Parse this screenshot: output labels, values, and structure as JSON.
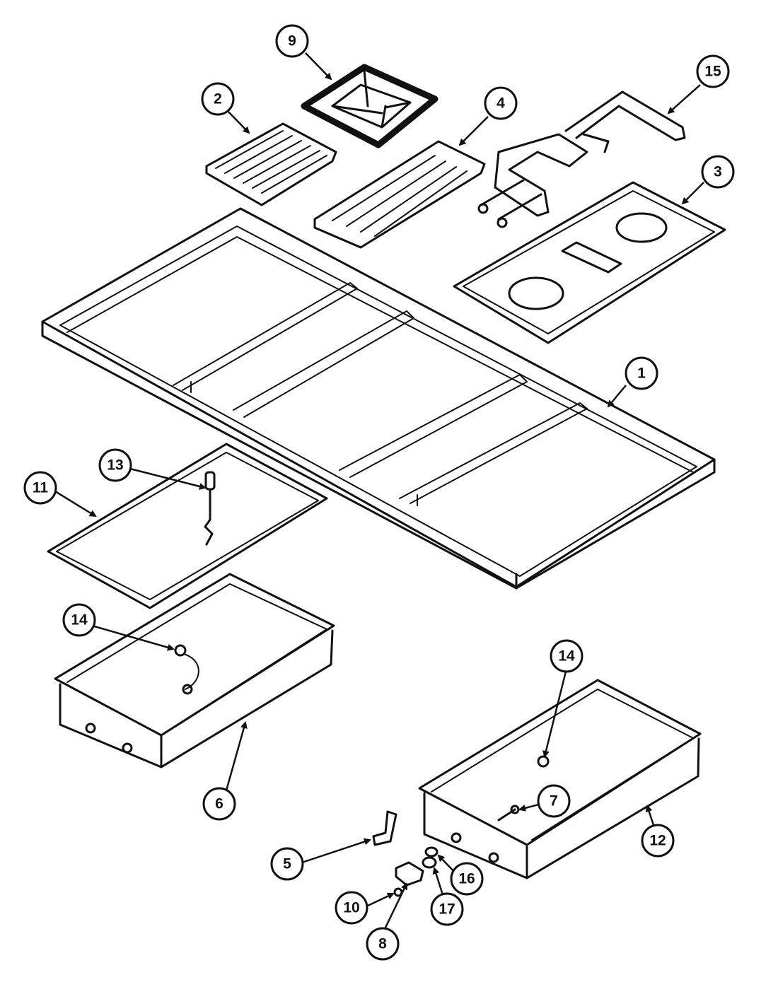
{
  "callouts": [
    {
      "id": "c9",
      "label": "9"
    },
    {
      "id": "c2",
      "label": "2"
    },
    {
      "id": "c4",
      "label": "4"
    },
    {
      "id": "c15",
      "label": "15"
    },
    {
      "id": "c3",
      "label": "3"
    },
    {
      "id": "c1",
      "label": "1"
    },
    {
      "id": "c13",
      "label": "13"
    },
    {
      "id": "c11",
      "label": "11"
    },
    {
      "id": "c14a",
      "label": "14"
    },
    {
      "id": "c14b",
      "label": "14"
    },
    {
      "id": "c6",
      "label": "6"
    },
    {
      "id": "c7",
      "label": "7"
    },
    {
      "id": "c12",
      "label": "12"
    },
    {
      "id": "c5",
      "label": "5"
    },
    {
      "id": "c16",
      "label": "16"
    },
    {
      "id": "c10",
      "label": "10"
    },
    {
      "id": "c17",
      "label": "17"
    },
    {
      "id": "c8",
      "label": "8"
    }
  ]
}
